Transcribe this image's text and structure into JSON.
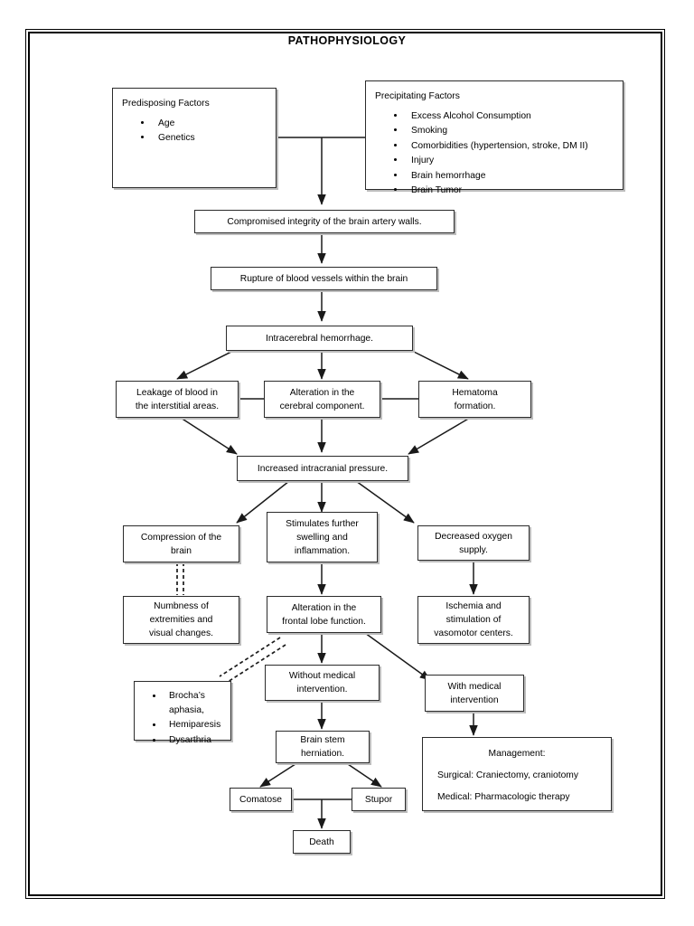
{
  "page": {
    "title": "PATHOPHYSIOLOGY"
  },
  "predisposing": {
    "header": "Predisposing Factors",
    "items": [
      "Age",
      "Genetics"
    ]
  },
  "precipitating": {
    "header": "Precipitating Factors",
    "items": [
      "Excess Alcohol Consumption",
      "Smoking",
      "Comorbidities (hypertension, stroke, DM II)",
      "Injury",
      "Brain hemorrhage",
      "Brain Tumor"
    ]
  },
  "flow": {
    "compromised": "Compromised integrity of the brain artery walls.",
    "rupture": "Rupture of blood vessels within the brain",
    "hemorrhage": "Intracerebral hemorrhage.",
    "leakage_l1": "Leakage of blood in",
    "leakage_l2": "the interstitial areas.",
    "alteration_cerebral_l1": "Alteration in the",
    "alteration_cerebral_l2": "cerebral component.",
    "hematoma_l1": "Hematoma",
    "hematoma_l2": "formation.",
    "icp": "Increased intracranial pressure.",
    "compression_l1": "Compression of the",
    "compression_l2": "brain",
    "stimulates_l1": "Stimulates further",
    "stimulates_l2": "swelling and",
    "stimulates_l3": "inflammation.",
    "decreased_oxygen_l1": "Decreased oxygen",
    "decreased_oxygen_l2": "supply.",
    "numbness_l1": "Numbness of",
    "numbness_l2": "extremities and",
    "numbness_l3": "visual changes.",
    "frontal_l1": "Alteration in the",
    "frontal_l2": "frontal lobe function.",
    "ischemia_l1": "Ischemia and",
    "ischemia_l2": "stimulation of",
    "ischemia_l3": "vasomotor centers.",
    "without_l1": "Without medical",
    "without_l2": "intervention.",
    "with_l1": "With medical",
    "with_l2": "intervention",
    "herniation_l1": "Brain stem",
    "herniation_l2": "herniation.",
    "comatose": "Comatose",
    "stupor": "Stupor",
    "death": "Death"
  },
  "deficits": {
    "items": [
      "Brocha’s aphasia,",
      "Hemiparesis",
      "Dysarthria"
    ]
  },
  "management": {
    "title": "Management:",
    "surgical": "Surgical: Craniectomy, craniotomy",
    "medical": "Medical: Pharmacologic therapy"
  },
  "colors": {
    "line": "#1a1a1a",
    "box_border": "#2b2b2b",
    "shadow": "#bdbdbd",
    "background": "#ffffff"
  }
}
